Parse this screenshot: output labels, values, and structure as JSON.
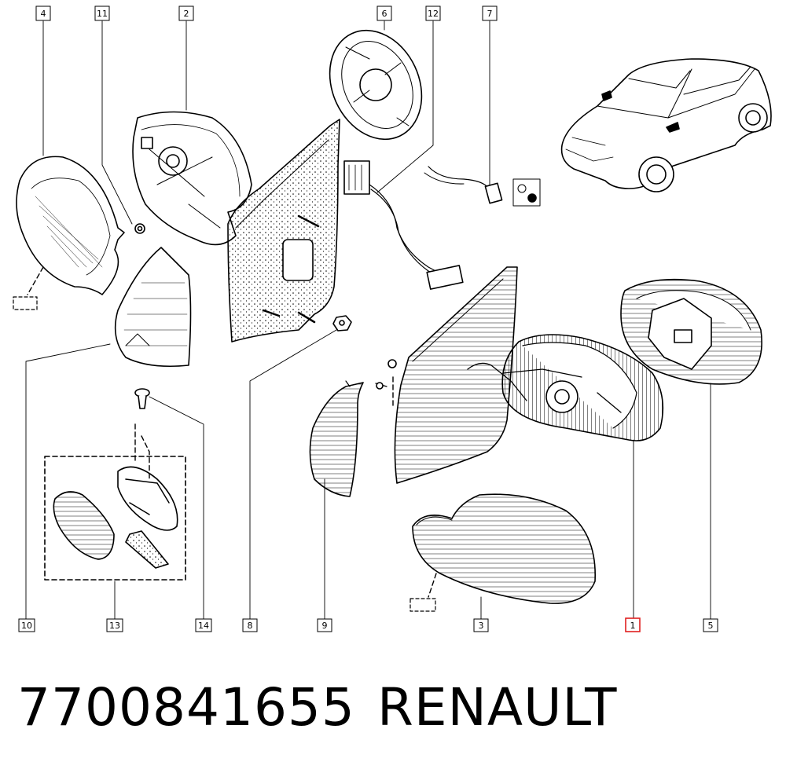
{
  "callouts": {
    "c1": "1",
    "c2": "2",
    "c3": "3",
    "c4": "4",
    "c5": "5",
    "c6": "6",
    "c7": "7",
    "c8": "8",
    "c9": "9",
    "c10": "10",
    "c11": "11",
    "c12": "12",
    "c13": "13",
    "c14": "14"
  },
  "highlight_color": "#e02020",
  "footer": {
    "part_number": "7700841655",
    "brand": "RENAULT"
  }
}
